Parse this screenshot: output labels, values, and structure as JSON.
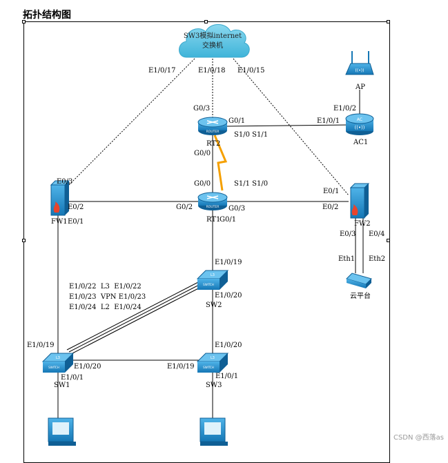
{
  "heading": "拓扑结构图",
  "cloud": {
    "line1": "SW3模拟internet",
    "line2": "交换机"
  },
  "devices": {
    "rt2": "RT2",
    "rt1": "RT1",
    "fw1": "FW1",
    "fw2": "FW2",
    "ac1": "AC1",
    "ap": "AP",
    "sw1": "SW1",
    "sw2": "SW2",
    "sw3": "SW3",
    "cloud_platform": "云平台"
  },
  "ports": {
    "cloud_e1_0_17": "E1/0/17",
    "cloud_e1_0_18": "E1/0/18",
    "cloud_e1_0_15": "E1/0/15",
    "rt2_g0_3": "G0/3",
    "rt2_g0_1": "G0/1",
    "rt2_s1_0_s1_1": "S1/0 S1/1",
    "rt2_g0_0": "G0/0",
    "ac1_e1_0_2": "E1/0/2",
    "ac1_e1_0_1": "E1/0/1",
    "rt1_g0_0": "G0/0",
    "rt1_s1_1_s1_0": "S1/1 S1/0",
    "rt1_g0_2": "G0/2",
    "rt1_g0_3": "G0/3",
    "rt1_g0_1": "G0/1",
    "fw1_e0_3": "E0/3",
    "fw1_e0_2": "E0/2",
    "fw1_e0_1": "E0/1",
    "fw2_e0_1": "E0/1",
    "fw2_e0_2": "E0/2",
    "fw2_e0_3": "E0/3",
    "fw2_e0_4": "E0/4",
    "eth1": "Eth1",
    "eth2": "Eth2",
    "sw2_e1_0_19": "E1/0/19",
    "sw2_e1_0_20": "E1/0/20",
    "agg_row1": "E1/0/22  L3  E1/0/22",
    "agg_row2": "E1/0/23  VPN E1/0/23",
    "agg_row3": "E1/0/24  L2  E1/0/24",
    "sw1_e1_0_19": "E1/0/19",
    "sw1_e1_0_20": "E1/0/20",
    "sw1_e1_0_1": "E1/0/1",
    "sw3_e1_0_20": "E1/0/20",
    "sw3_e1_0_19": "E1/0/19",
    "sw3_e1_0_1": "E1/0/1"
  },
  "watermark": "CSDN @西落as",
  "colors": {
    "device": "#1e88c8",
    "device_dark": "#0f5f95",
    "cloud": "#5cc4e0",
    "serial_link": "#f5a000"
  }
}
